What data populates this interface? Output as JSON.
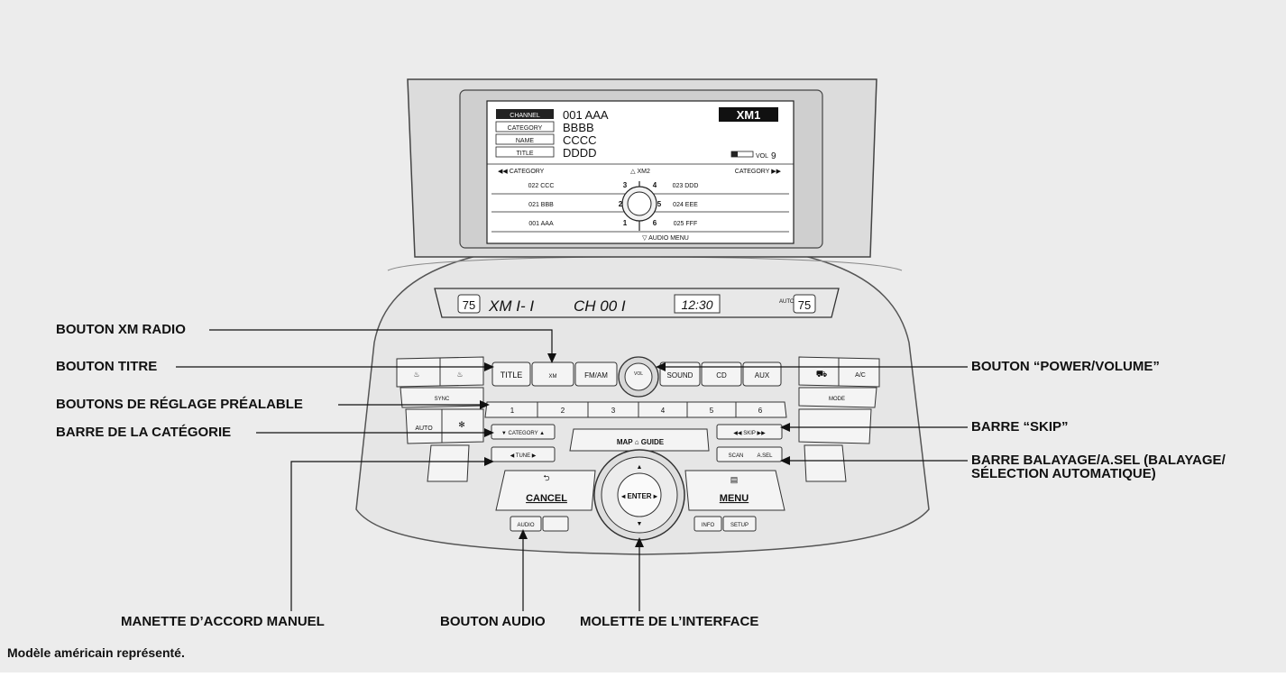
{
  "screen": {
    "field_labels": [
      "CHANNEL",
      "CATEGORY",
      "NAME",
      "TITLE"
    ],
    "field_values": [
      "001 AAA",
      "BBBB",
      "CCCC",
      "DDDD"
    ],
    "band": "XM1",
    "vol_label": "VOL",
    "vol_value": "9",
    "nav_left": "CATEGORY",
    "nav_center": "XM2",
    "nav_right": "CATEGORY",
    "presets_left": [
      {
        "name": "022 CCC",
        "num": "3"
      },
      {
        "name": "021 BBB",
        "num": "2"
      },
      {
        "name": "001 AAA",
        "num": "1"
      }
    ],
    "presets_right": [
      {
        "name": "023 DDD",
        "num": "4"
      },
      {
        "name": "024 EEE",
        "num": "5"
      },
      {
        "name": "025 FFF",
        "num": "6"
      }
    ],
    "menu_hint": "AUDIO MENU"
  },
  "lcd": {
    "temp_left": "75",
    "source": "XM I- I",
    "channel": "CH 00 I",
    "clock": "12:30",
    "auto": "AUTO",
    "temp_right": "75"
  },
  "buttons": {
    "title": "TITLE",
    "xm": "XM",
    "fm_am": "FM/AM",
    "vol_pwr": "VOL",
    "sound": "SOUND",
    "cd": "CD",
    "aux": "AUX",
    "sync": "SYNC",
    "auto": "AUTO",
    "presets": [
      "1",
      "2",
      "3",
      "4",
      "5",
      "6"
    ],
    "category": "CATEGORY",
    "tune": "TUNE",
    "map_guide": "MAP",
    "guide": "GUIDE",
    "skip": "SKIP",
    "scan": "SCAN",
    "asel": "A.SEL",
    "cancel": "CANCEL",
    "menu": "MENU",
    "enter": "ENTER",
    "audio": "AUDIO",
    "info": "INFO",
    "setup": "SETUP",
    "ac": "A/C",
    "mode": "MODE"
  },
  "callouts": {
    "xm_radio": "BOUTON XM RADIO",
    "titre": "BOUTON TITRE",
    "presets": "BOUTONS DE RÉGLAGE PRÉALABLE",
    "categorie": "BARRE DE LA CATÉGORIE",
    "power_volume": "BOUTON “POWER/VOLUME”",
    "skip": "BARRE “SKIP”",
    "scan_line1": "BARRE BALAYAGE/A.SEL (BALAYAGE/",
    "scan_line2": "SÉLECTION AUTOMATIQUE)",
    "manette": "MANETTE D’ACCORD MANUEL",
    "audio": "BOUTON AUDIO",
    "molette": "MOLETTE DE L’INTERFACE"
  },
  "note": "Modèle américain représenté."
}
